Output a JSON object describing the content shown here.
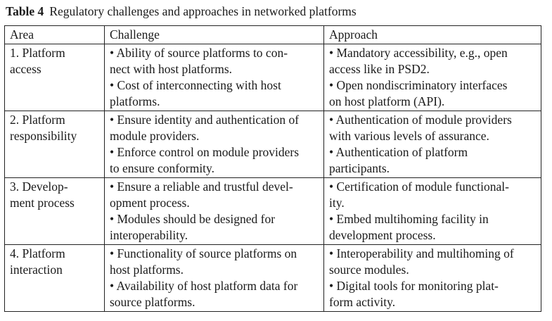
{
  "caption": {
    "label": "Table 4",
    "title": "Regulatory challenges and approaches in networked platforms"
  },
  "table": {
    "headers": [
      "Area",
      "Challenge",
      "Approach"
    ],
    "rows": [
      {
        "area": [
          "1. Platform",
          "access"
        ],
        "challenge": [
          "• Ability of source platforms to con-",
          "nect with host platforms.",
          "• Cost of interconnecting with host",
          "platforms."
        ],
        "approach": [
          "• Mandatory accessibility, e.g., open",
          "access like in PSD2.",
          "• Open nondiscriminatory interfaces",
          "on host platform (API)."
        ]
      },
      {
        "area": [
          "2. Platform",
          "responsibility"
        ],
        "challenge": [
          "• Ensure identity and authentication of",
          "module providers.",
          "• Enforce control on module providers",
          "to ensure conformity."
        ],
        "approach": [
          "• Authentication of module providers",
          "with various levels of assurance.",
          "• Authentication of platform",
          "participants."
        ]
      },
      {
        "area": [
          "3. Develop-",
          "ment process"
        ],
        "challenge": [
          "• Ensure a reliable and trustful devel-",
          "opment process.",
          "• Modules should be designed for",
          "interoperability."
        ],
        "approach": [
          "• Certification of module functional-",
          "ity.",
          "• Embed multihoming facility in",
          "development process."
        ]
      },
      {
        "area": [
          "4. Platform",
          "interaction"
        ],
        "challenge": [
          "• Functionality of source platforms on",
          "host platforms.",
          "• Availability of host platform data for",
          "source platforms."
        ],
        "approach": [
          "• Interoperability and multihoming of",
          "source modules.",
          "• Digital tools for monitoring plat-",
          "form activity."
        ]
      }
    ]
  }
}
